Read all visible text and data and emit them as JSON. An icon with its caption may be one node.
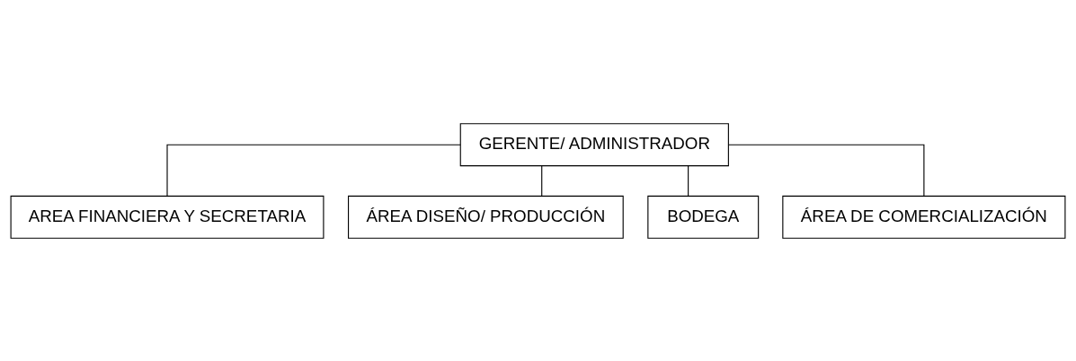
{
  "diagram": {
    "nodes": [
      {
        "text": [
          "GERENTE/ ADMINISTRADOR"
        ]
      },
      {
        "text": [
          "AREA FINANCIERA Y SECRETARIA"
        ]
      },
      {
        "text": [
          "ÁREA DISEÑO/ PRODUCCIÓN"
        ]
      },
      {
        "text": [
          "BODEGA"
        ]
      },
      {
        "text": [
          "ÁREA DE COMERCIALIZACIÓN"
        ]
      }
    ],
    "edges": [
      {
        "from": 0,
        "to": 1,
        "arrow": "none"
      },
      {
        "from": 0,
        "to": 2,
        "arrow": "none"
      },
      {
        "from": 0,
        "to": 3,
        "arrow": "none"
      },
      {
        "from": 0,
        "to": 4,
        "arrow": "none"
      }
    ]
  }
}
